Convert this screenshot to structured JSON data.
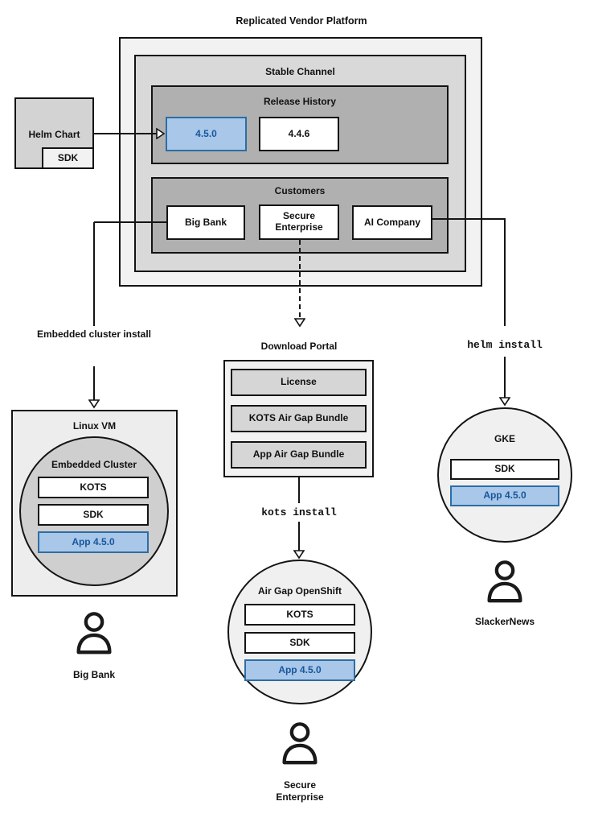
{
  "diagram": {
    "title": "Replicated Vendor Platform",
    "stable_channel": {
      "title": "Stable Channel",
      "release_history": {
        "title": "Release History",
        "releases": [
          {
            "version": "4.5.0"
          },
          {
            "version": "4.4.6"
          }
        ]
      },
      "customers": {
        "title": "Customers",
        "items": [
          {
            "name": "Big Bank"
          },
          {
            "name": "Secure Enterprise"
          },
          {
            "name": "AI Company"
          }
        ]
      }
    },
    "helm_chart": {
      "title": "Helm Chart",
      "sdk_label": "SDK"
    },
    "edges": {
      "embedded_install_label": "Embedded cluster install",
      "helm_install_label": "helm install",
      "kots_install_label": "kots install"
    },
    "download_portal": {
      "title": "Download Portal",
      "items": [
        {
          "name": "License"
        },
        {
          "name": "KOTS Air Gap Bundle"
        },
        {
          "name": "App Air Gap Bundle"
        }
      ]
    },
    "linux_vm": {
      "title": "Linux VM",
      "embedded_cluster": {
        "title": "Embedded Cluster",
        "kots_label": "KOTS",
        "sdk_label": "SDK",
        "app_label": "App 4.5.0"
      },
      "user_label": "Big Bank"
    },
    "openshift": {
      "title": "Air Gap OpenShift",
      "kots_label": "KOTS",
      "sdk_label": "SDK",
      "app_label": "App 4.5.0",
      "user_label": "Secure Enterprise"
    },
    "gke": {
      "title": "GKE",
      "sdk_label": "SDK",
      "app_label": "App 4.5.0",
      "user_label": "SlackerNews"
    },
    "colors": {
      "highlight_fill": "#a8c7e9",
      "highlight_border": "#2e6da4",
      "highlight_text": "#17569d"
    }
  }
}
